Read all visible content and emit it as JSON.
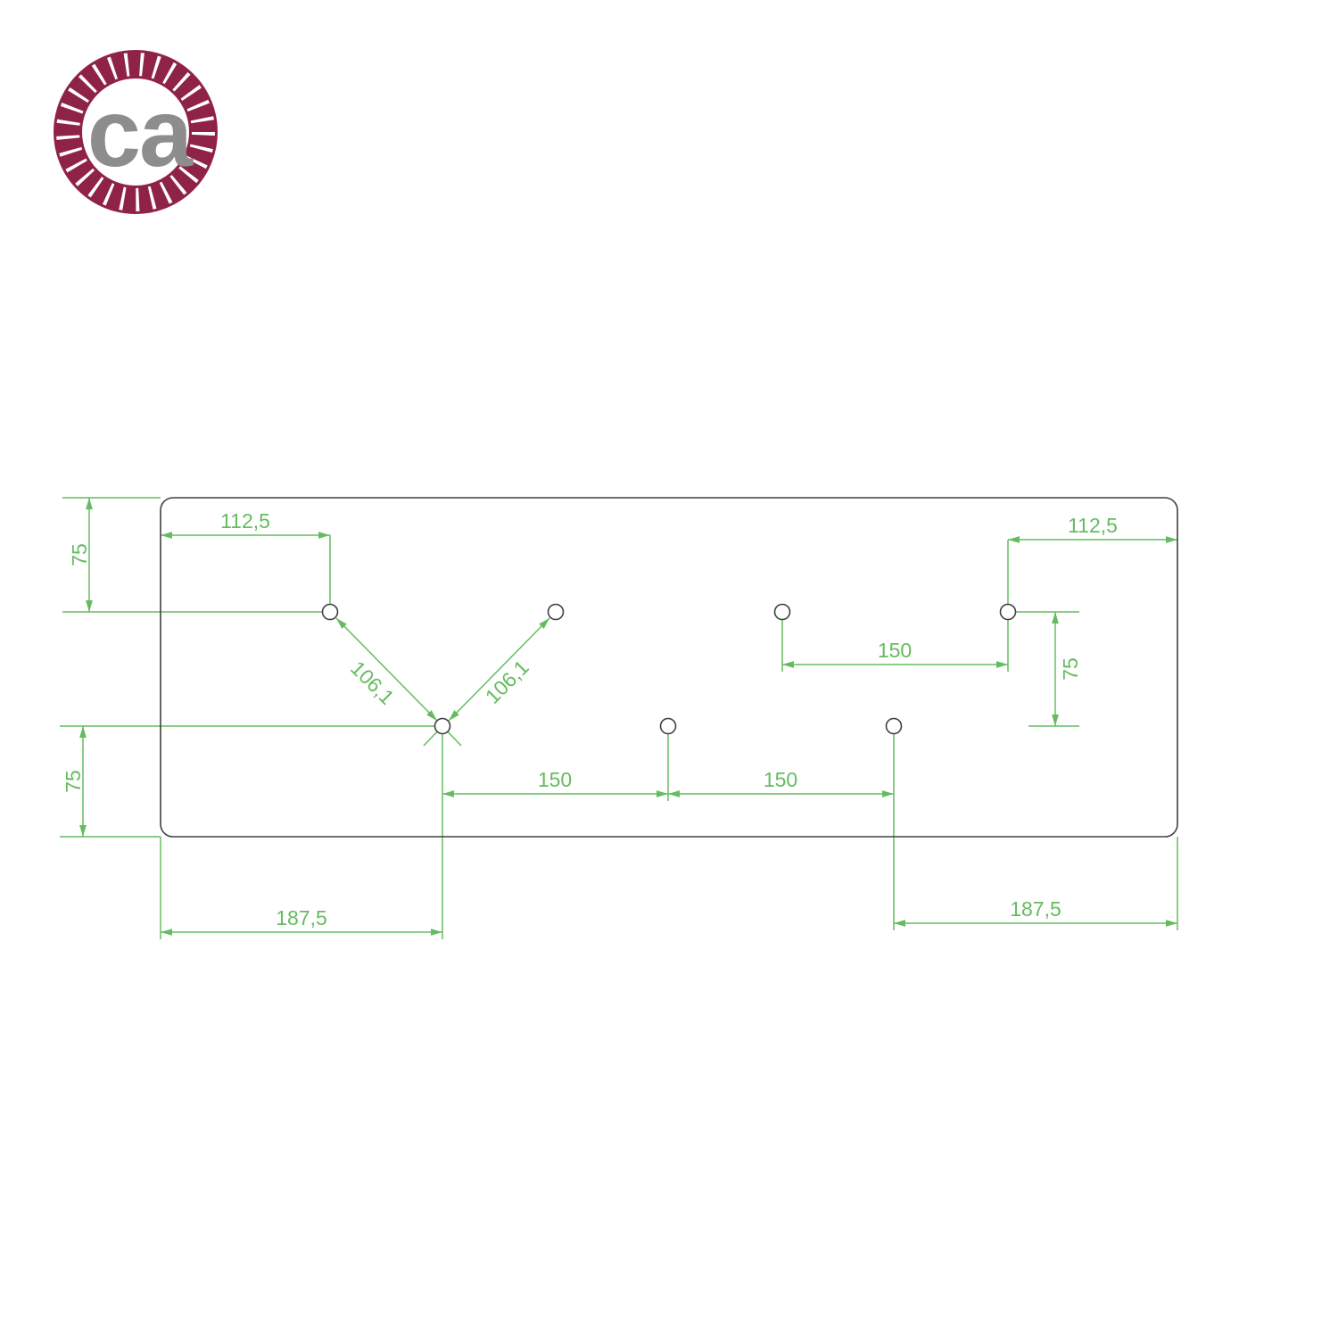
{
  "page": {
    "background_color": "#ffffff"
  },
  "logo": {
    "text": "ca",
    "rope_color": "#8f2247",
    "text_color": "#8d8d8d"
  },
  "drawing": {
    "dimension_color": "#65bc60",
    "outline_color": "#404040",
    "dims": {
      "top_left_width": "112,5",
      "top_right_width": "112,5",
      "left_upper_height": "75",
      "left_lower_height": "75",
      "right_height": "75",
      "diagonal_left": "106,1",
      "diagonal_right": "106,1",
      "top_right_span": "150",
      "bottom_span_left": "150",
      "bottom_span_right": "150",
      "bottom_left_offset": "187,5",
      "bottom_right_offset": "187,5"
    }
  }
}
